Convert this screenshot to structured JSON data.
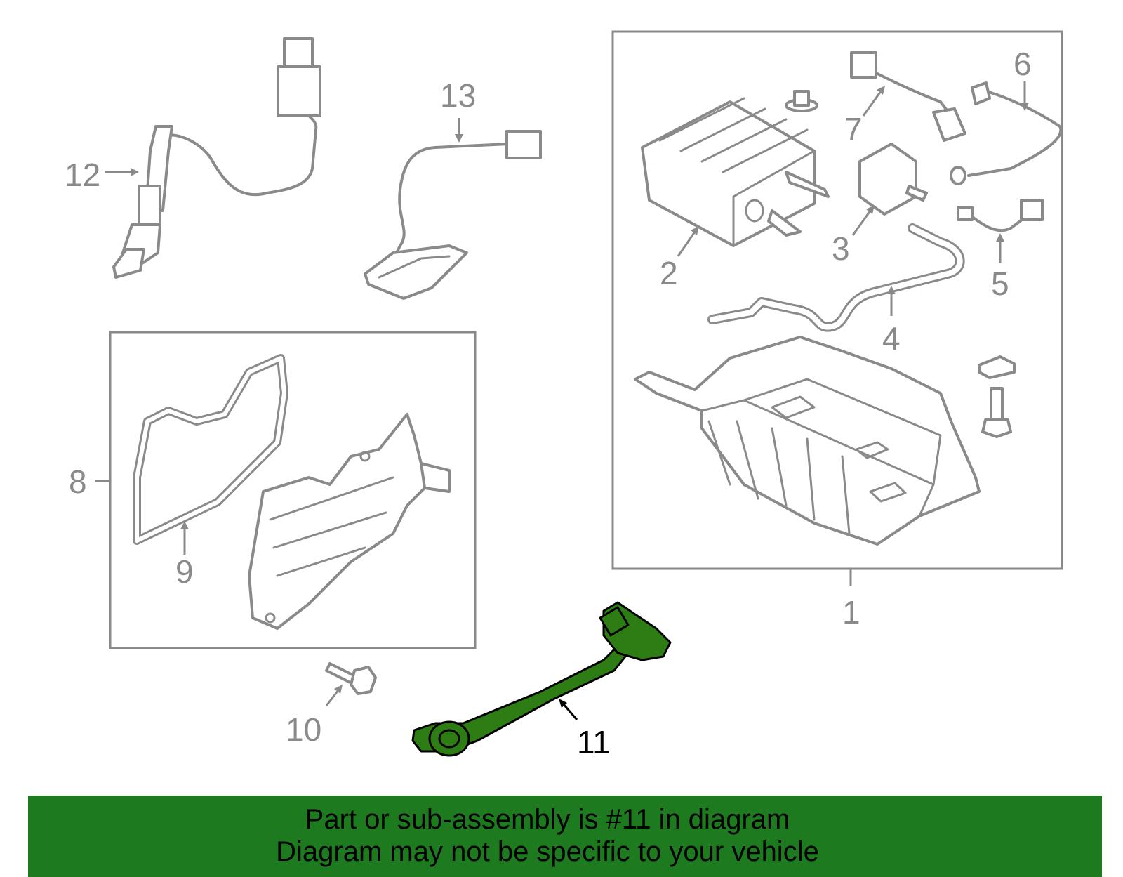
{
  "callouts": {
    "c1": "1",
    "c2": "2",
    "c3": "3",
    "c4": "4",
    "c5": "5",
    "c6": "6",
    "c7": "7",
    "c8": "8",
    "c9": "9",
    "c10": "10",
    "c11": "11",
    "c12": "12",
    "c13": "13"
  },
  "highlighted_part": "11",
  "colors": {
    "line": "#8a8a8a",
    "highlight": "#2e7d14",
    "banner": "#1e7a1e"
  },
  "banner": {
    "line1": "Part or sub-assembly is #11 in diagram",
    "line2": "Diagram may not be specific to your vehicle"
  }
}
